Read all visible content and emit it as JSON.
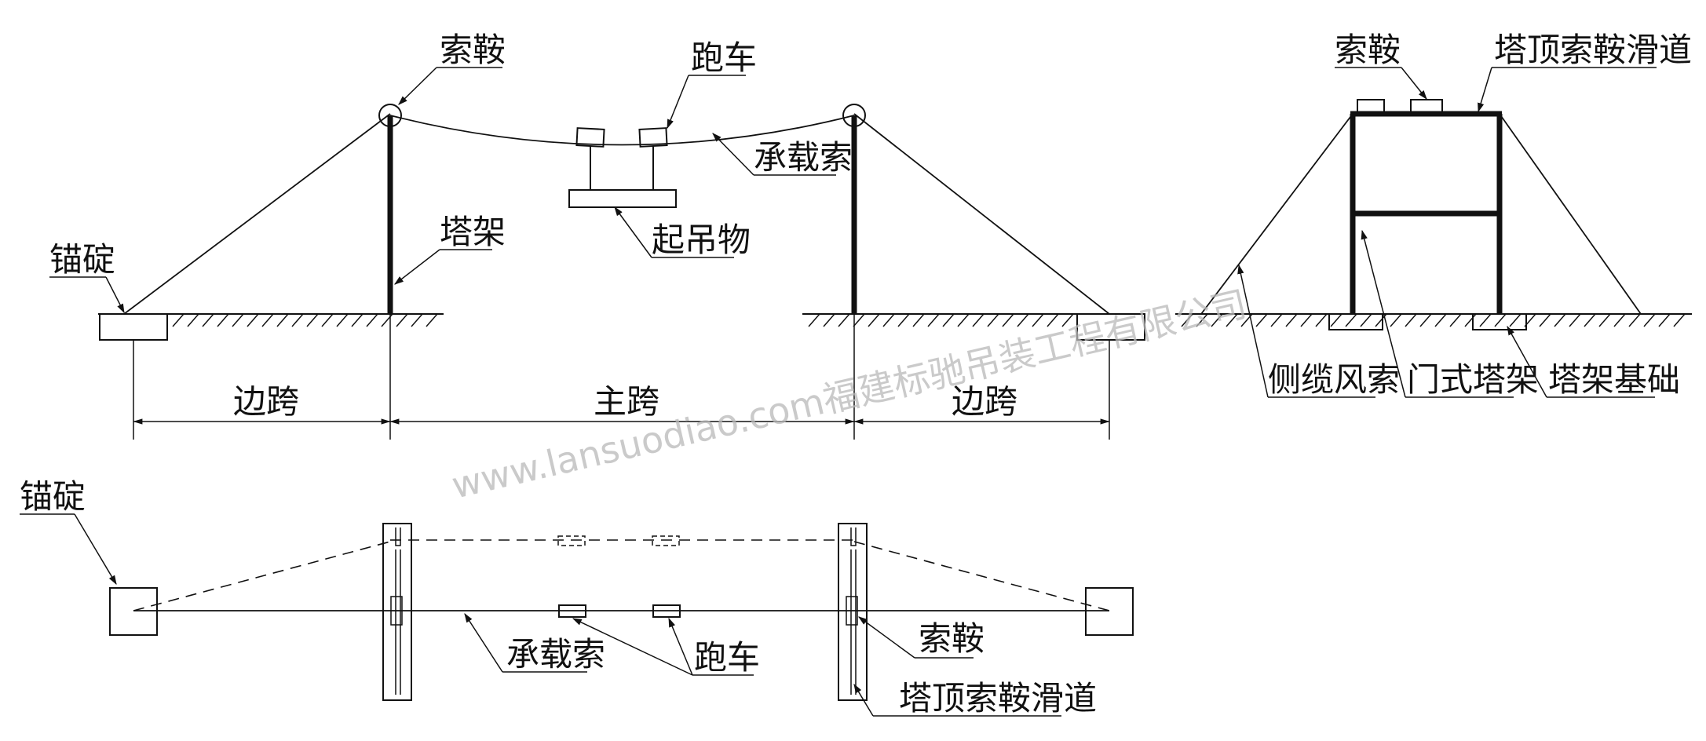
{
  "elevation": {
    "saddle": "索鞍",
    "trolley": "跑车",
    "bearing_cable": "承载索",
    "tower": "塔架",
    "load": "起吊物",
    "anchor": "锚碇",
    "side_span_left": "边跨",
    "main_span": "主跨",
    "side_span_right": "边跨"
  },
  "side_view": {
    "saddle": "索鞍",
    "saddle_slide": "塔顶索鞍滑道",
    "guy_rope": "侧缆风索",
    "portal_tower": "门式塔架",
    "tower_foundation": "塔架基础"
  },
  "plan_view": {
    "anchor": "锚碇",
    "bearing_cable": "承载索",
    "trolley": "跑车",
    "saddle": "索鞍",
    "saddle_slide": "塔顶索鞍滑道"
  },
  "watermark": "www.lansuodiao.com福建标驰吊装工程有限公司"
}
